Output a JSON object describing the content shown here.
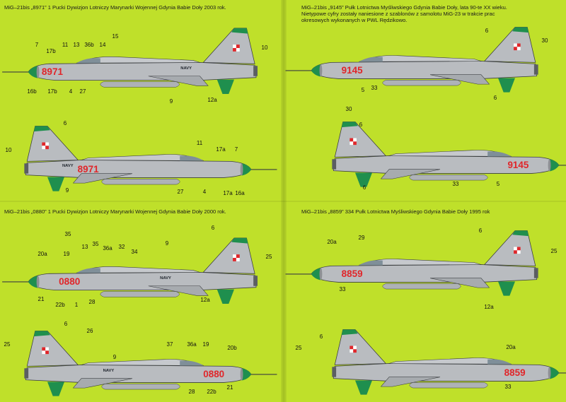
{
  "captions": {
    "q1": "MiG–21bis „8971” 1 Pucki Dywizjon Lotniczy Marynarki Wojennej Gdynia Babie Doły 2003 rok.",
    "q2": [
      "MiG–21bis „9145” Pułk Lotnictwa Myśliwskiego Gdynia Babie Doły, lata 90-te XX wieku.",
      "Nietypowe cyfry zostały naniesione z szablonów z samolotu MiG-23 w trakcie prac",
      "okresowych wykonanych w PWL Rędzikowo."
    ],
    "q3": "MiG–21bis „0880” 1 Pucki Dywizjon Lotniczy Marynarki Wojennej Gdynia Babie Doły 2000 rok.",
    "q4": "MiG–21bis „8859” 334 Pułk Lotnictwa Myśliwskiego Gdynia Babie Doły 1995 rok"
  },
  "aircraft": [
    {
      "id": "8971-left",
      "serial": "8971",
      "navy": "NAVY",
      "callouts": [
        "7",
        "17b",
        "11",
        "13",
        "36b",
        "14",
        "15",
        "10",
        "16b",
        "17b",
        "4",
        "27",
        "9",
        "12a"
      ]
    },
    {
      "id": "9145-left",
      "serial": "9145",
      "callouts": [
        "6",
        "30",
        "5",
        "33",
        "6"
      ]
    },
    {
      "id": "8971-right",
      "serial": "8971",
      "navy": "NAVY",
      "callouts": [
        "6",
        "10",
        "9",
        "11",
        "17a",
        "7",
        "27",
        "4",
        "17a",
        "16a"
      ]
    },
    {
      "id": "9145-right",
      "serial": "9145",
      "callouts": [
        "30",
        "6",
        "6",
        "33",
        "5"
      ]
    },
    {
      "id": "0880-left",
      "serial": "0880",
      "navy": "NAVY",
      "callouts": [
        "35",
        "6",
        "20a",
        "19",
        "13",
        "35",
        "36a",
        "32",
        "34",
        "9",
        "25",
        "21",
        "22b",
        "1",
        "28",
        "12a"
      ]
    },
    {
      "id": "8859-left",
      "serial": "8859",
      "callouts": [
        "29",
        "20a",
        "6",
        "25",
        "33",
        "12a"
      ]
    },
    {
      "id": "0880-right",
      "serial": "0880",
      "navy": "NAVY",
      "callouts": [
        "6",
        "26",
        "25",
        "9",
        "37",
        "36a",
        "19",
        "20b",
        "28",
        "22b",
        "21"
      ]
    },
    {
      "id": "8859-right",
      "serial": "8859",
      "callouts": [
        "6",
        "25",
        "20a",
        "33"
      ]
    }
  ],
  "colors": {
    "background": "#bfe02a",
    "airframe": "#b9bcc0",
    "green": "#1f8f4e",
    "serial_red": "#e0262a",
    "outline": "#3a3d40"
  }
}
